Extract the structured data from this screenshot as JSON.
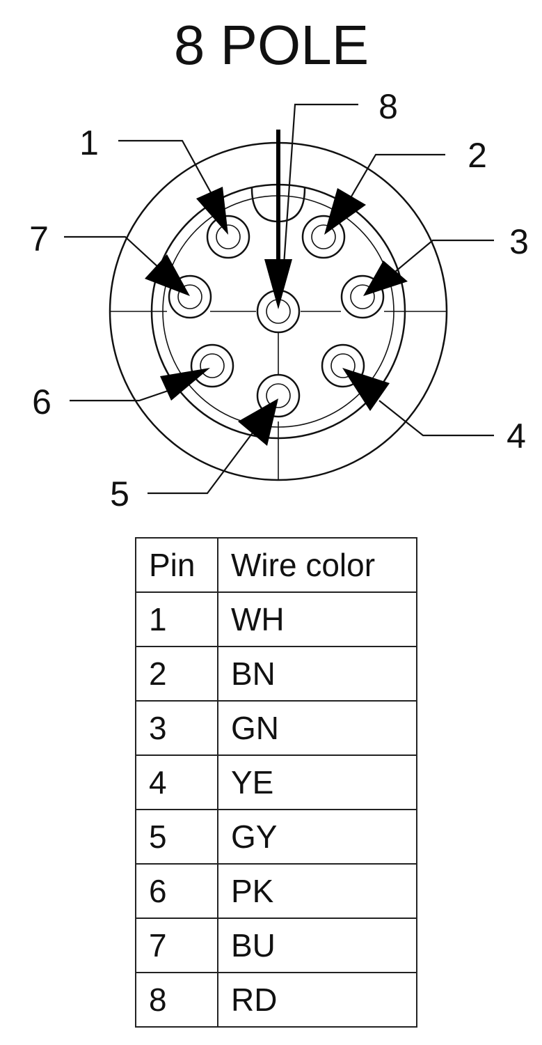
{
  "title": "8 POLE",
  "pins": [
    {
      "label": "1",
      "wire_color": "WH"
    },
    {
      "label": "2",
      "wire_color": "BN"
    },
    {
      "label": "3",
      "wire_color": "GN"
    },
    {
      "label": "4",
      "wire_color": "YE"
    },
    {
      "label": "5",
      "wire_color": "GY"
    },
    {
      "label": "6",
      "wire_color": "PK"
    },
    {
      "label": "7",
      "wire_color": "BU"
    },
    {
      "label": "8",
      "wire_color": "RD"
    }
  ],
  "table": {
    "headers": {
      "pin": "Pin",
      "wire_color": "Wire color"
    }
  }
}
